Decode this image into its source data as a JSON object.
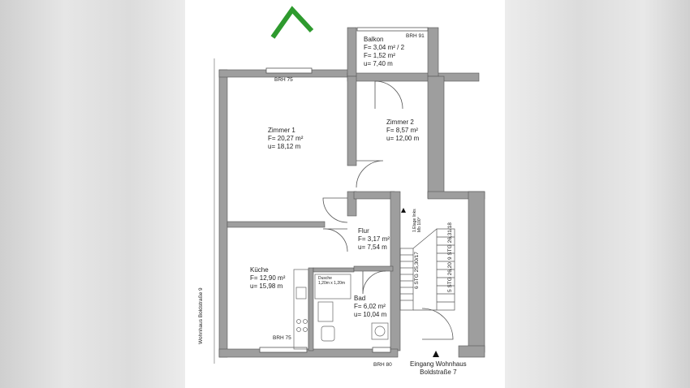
{
  "rooms": {
    "balkon": {
      "name": "Balkon",
      "line1": "F= 3,04 m² / 2",
      "line2": "F= 1,52 m²",
      "line3": "u= 7,40 m",
      "brh": "BRH 91"
    },
    "zimmer1": {
      "name": "Zimmer 1",
      "line1": "F= 20,27 m²",
      "line2": "u= 18,12 m",
      "brh": "BRH 75"
    },
    "zimmer2": {
      "name": "Zimmer 2",
      "line1": "F= 8,57 m²",
      "line2": "u= 12,00 m"
    },
    "flur": {
      "name": "Flur",
      "line1": "F= 3,17 m²",
      "line2": "u= 7,54 m"
    },
    "kueche": {
      "name": "Küche",
      "line1": "F= 12,90 m²",
      "line2": "u= 15,98 m",
      "brh": "BRH 75"
    },
    "bad": {
      "name": "Bad",
      "line1": "F= 6,02 m²",
      "line2": "u= 10,04 m"
    },
    "dusche": {
      "line1": "Dusche",
      "line2": "1,20m x 1,20m"
    }
  },
  "stairs": {
    "upper_left": "6 STG",
    "upper_left_sub": "25,30/17",
    "upper_right": "9 STG",
    "upper_right_sub": "26,31/18",
    "lower": "5 STG",
    "lower_sub": "26,20",
    "note_1": "1.Etage links",
    "note_2": "Mb 100°"
  },
  "labels": {
    "side_text": "Wohnhaus Boldstraße 9",
    "bottom_brh": "BRH 80",
    "entrance_1": "Eingang Wohnhaus",
    "entrance_2": "Boldstraße 7"
  },
  "colors": {
    "wall": "#9e9e9e",
    "north_arrow": "#2e9a2e",
    "line": "#555555"
  }
}
